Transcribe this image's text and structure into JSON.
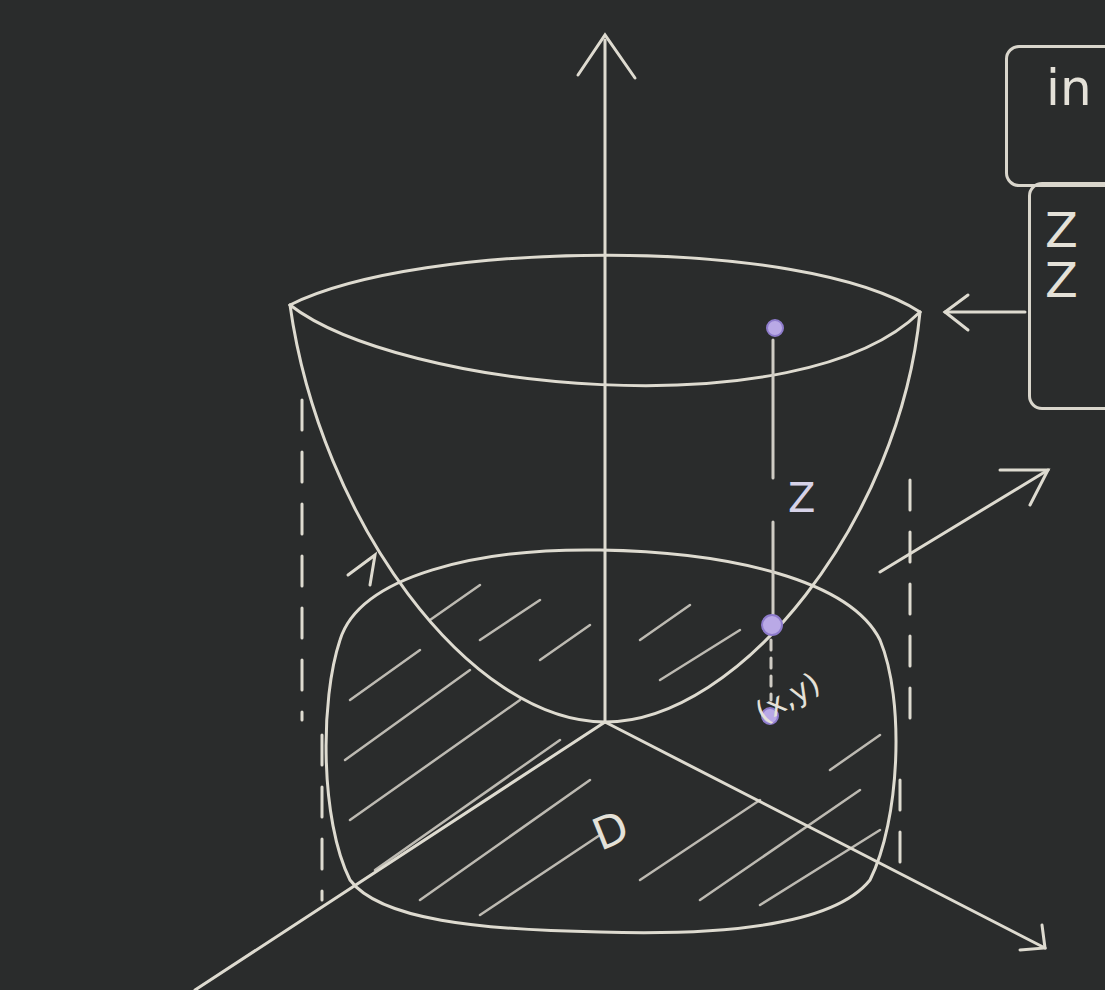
{
  "diagram": {
    "nodes": [
      {
        "text": [
          "in"
        ]
      },
      {
        "text": [
          "Z",
          "Z"
        ]
      }
    ],
    "labels": [
      "Z",
      "(x,y)",
      "D"
    ]
  }
}
